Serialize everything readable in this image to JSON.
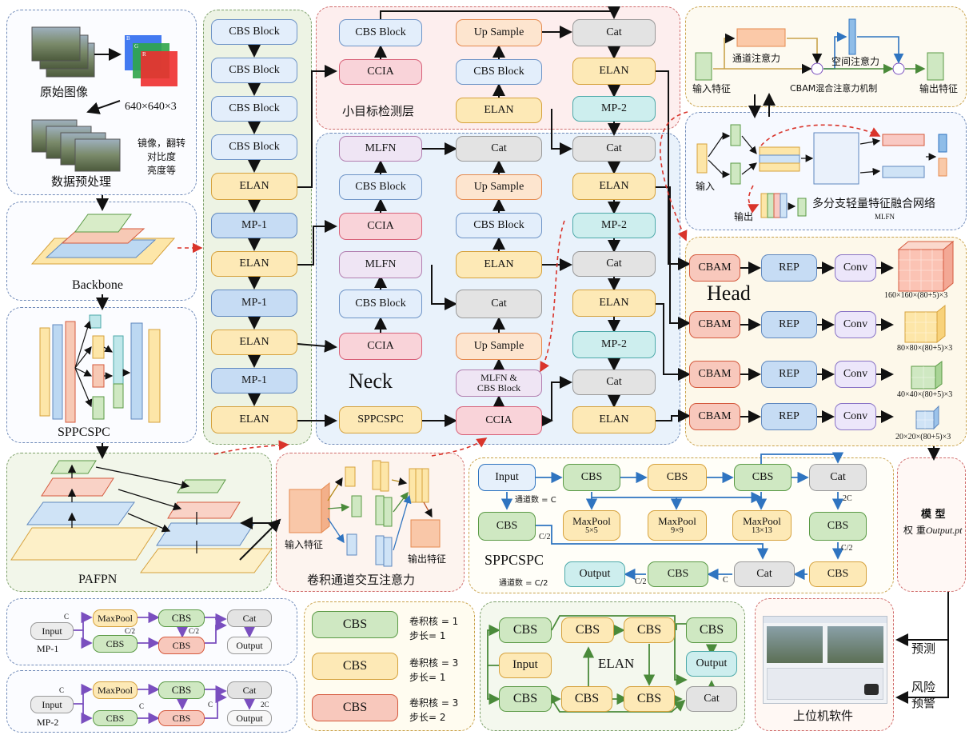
{
  "preprocess": {
    "orig_label": "原始图像",
    "size_label": "640×640×3",
    "aug_label_line1": "镜像，翻转",
    "aug_label_line2": "对比度",
    "aug_label_line3": "亮度等",
    "prep_label": "数据预处理",
    "rgb": [
      "B",
      "G",
      "R"
    ]
  },
  "left_labels": {
    "backbone": "Backbone",
    "sppcspc": "SPPCSPC",
    "pafpn": "PAFPN"
  },
  "backbone_col": [
    "CBS Block",
    "CBS Block",
    "CBS Block",
    "CBS Block",
    "ELAN",
    "MP-1",
    "ELAN",
    "MP-1",
    "ELAN",
    "MP-1",
    "ELAN"
  ],
  "top_panel": {
    "title": "小目标检测层",
    "c1": [
      "CBS Block",
      "CCIA"
    ],
    "c2": [
      "Up Sample",
      "CBS Block",
      "ELAN"
    ],
    "c3": [
      "Cat",
      "ELAN",
      "MP-2"
    ]
  },
  "neck": {
    "title": "Neck",
    "c1": [
      "MLFN",
      "CBS Block",
      "CCIA",
      "MLFN",
      "CBS Block",
      "CCIA",
      "SPPCSPC"
    ],
    "c2": [
      "Cat",
      "Up Sample",
      "CBS Block",
      "ELAN",
      "Cat",
      "Up Sample",
      "MLFN &",
      "CBS Block",
      "CCIA"
    ],
    "c3": [
      "Cat",
      "ELAN",
      "MP-2",
      "Cat",
      "ELAN",
      "MP-2",
      "Cat",
      "ELAN"
    ]
  },
  "cbam": {
    "in": "输入特征",
    "ch": "通道注意力",
    "sp": "空间注意力",
    "title": "CBAM混合注意力机制",
    "out": "输出特征"
  },
  "mlfn": {
    "in": "输入",
    "out": "输出",
    "title": "多分支轻量特征融合网络",
    "sub": "MLFN"
  },
  "head": {
    "title": "Head",
    "rows": [
      {
        "a": "CBAM",
        "b": "REP",
        "c": "Conv",
        "dim": "160×160×(80+5)×3"
      },
      {
        "a": "CBAM",
        "b": "REP",
        "c": "Conv",
        "dim": "80×80×(80+5)×3"
      },
      {
        "a": "CBAM",
        "b": "REP",
        "c": "Conv",
        "dim": "40×40×(80+5)×3"
      },
      {
        "a": "CBAM",
        "b": "REP",
        "c": "Conv",
        "dim": "20×20×(80+5)×3"
      }
    ]
  },
  "ccia": {
    "in": "输入特征",
    "out": "输出特征",
    "title": "卷积通道交互注意力"
  },
  "spp": {
    "title": "SPPCSPC",
    "input": "Input",
    "cbs": "CBS",
    "cat": "Cat",
    "output": "Output",
    "mp1": "MaxPool",
    "mp1s": "5×5",
    "mp2": "MaxPool",
    "mp2s": "9×9",
    "mp3": "MaxPool",
    "mp3s": "13×13",
    "ch_c": "通道数 = C",
    "ch_c2": "通道数 = C/2",
    "n_2c": "2C",
    "n_c2a": "C/2",
    "n_c2b": "C/2",
    "n_c2c": "C/2",
    "n_c": "C"
  },
  "model": {
    "line1": "模 型",
    "line2": "权 重",
    "file": "Output.pt"
  },
  "mp1": {
    "title": "MP-1",
    "input": "Input",
    "maxpool": "MaxPool",
    "cbs": "CBS",
    "cat": "Cat",
    "output": "Output",
    "c": "C",
    "c2a": "C/2",
    "c2b": "C/2"
  },
  "mp2": {
    "title": "MP-2",
    "input": "Input",
    "maxpool": "MaxPool",
    "cbs": "CBS",
    "cat": "Cat",
    "output": "Output",
    "c": "C",
    "c_a": "C",
    "c_b": "C",
    "c2": "2C"
  },
  "legend": [
    {
      "name": "CBS",
      "k": "卷积核 = 1",
      "s": "步长= 1"
    },
    {
      "name": "CBS",
      "k": "卷积核 = 3",
      "s": "步长= 1"
    },
    {
      "name": "CBS",
      "k": "卷积核 = 3",
      "s": "步长= 2"
    }
  ],
  "elan": {
    "title": "ELAN",
    "cbs": "CBS",
    "input": "Input",
    "output": "Output",
    "cat": "Cat"
  },
  "side": {
    "predict": "预测",
    "risk1": "风险",
    "risk2": "预警",
    "software": "上位机软件"
  },
  "colors": {
    "blue": "#6f8ab8",
    "green": "#7da06a",
    "orange": "#c9a24b",
    "red": "#d06c6c",
    "arrow_red": "#d9342b",
    "arrow_blue": "#2f74c0",
    "arrow_purple": "#7a4fbf",
    "arrow_green": "#4a8a3a"
  }
}
